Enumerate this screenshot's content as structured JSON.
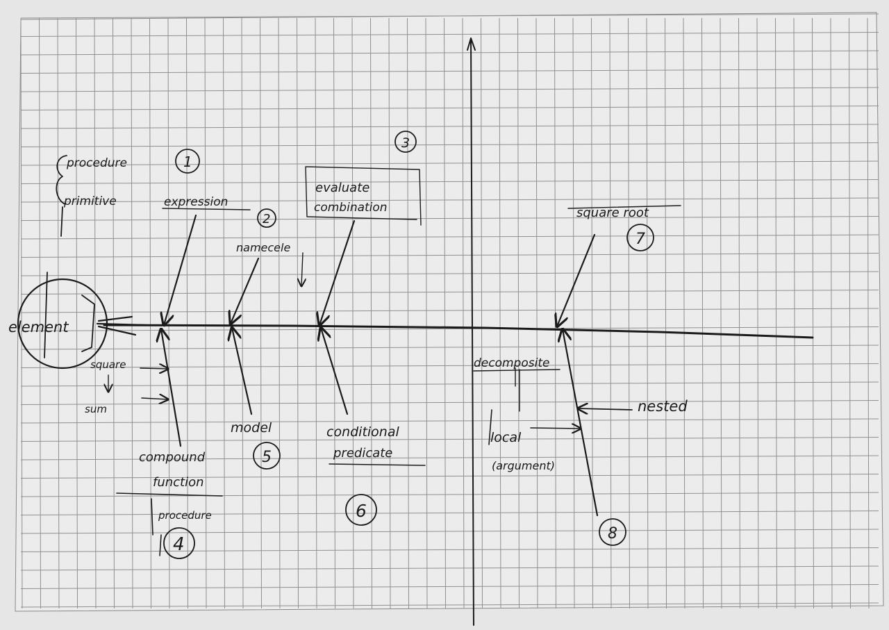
{
  "labels": {
    "element": "element",
    "procedure": "procedure",
    "primitive": "primitive",
    "expression": "expression",
    "namecele": "namecele",
    "evaluate": "evaluate",
    "combination": "combination",
    "square_root": "square root",
    "nested": "nested",
    "decomposite": "decomposite",
    "local": "local",
    "argument": "(argument)",
    "square": "square",
    "sum": "sum",
    "compound": "compound",
    "function": "function",
    "procedure_lower": "procedure",
    "model": "model",
    "conditional": "conditional",
    "predicate": "predicate"
  },
  "numbers": {
    "n1": "1",
    "n2": "2",
    "n3": "3",
    "n4": "4",
    "n5": "5",
    "n6": "6",
    "n7": "7",
    "n8": "8"
  },
  "colors": {
    "paper": "#ececec",
    "grid": "#8f8f8f",
    "ink": "#1a1a1a"
  }
}
